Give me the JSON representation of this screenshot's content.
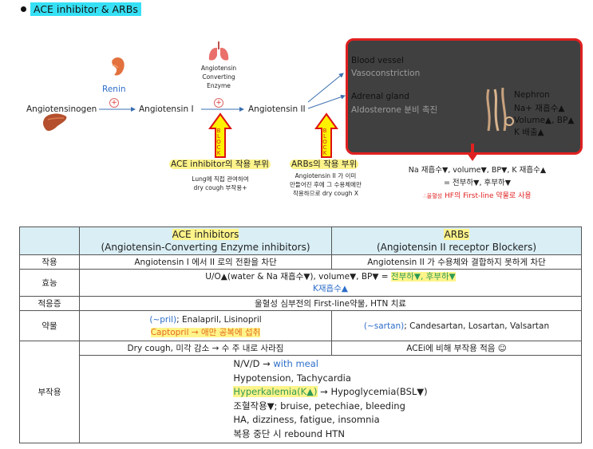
{
  "heading": "ACE inhibitor & ARBs",
  "diagram": {
    "angiotensinogen": "Angiotensinogen",
    "renin": "Renin",
    "angiotensin1": "Angiotensin I",
    "ace_lines": [
      "Angiotensin",
      "Converting",
      "Enzyme"
    ],
    "angiotensin2": "Angiotensin II",
    "plus": "+",
    "block_text": "BLOCK",
    "ace_site": "ACE inhibitor의 작용 부위",
    "ace_site_note": [
      "Lung에 직접 관여하여",
      "dry cough 부작용+"
    ],
    "arb_site": "ARBs의 작용 부위",
    "arb_site_note": [
      "Angiotensin II 가 이미",
      "만들어진 후에 그 수용체에만",
      "작용하므로 dry cough X"
    ],
    "box": {
      "vessel_title": "Blood vessel",
      "vessel_sub": "Vasoconstriction",
      "adrenal_title": "Adrenal gland",
      "adrenal_sub": "Aldosterone 분비 촉진",
      "nephron_title": "Nephron",
      "nephron_lines": [
        "Na+ 재흡수▲",
        "Volume▲, BP▲",
        "K 배출▲"
      ]
    },
    "result_lines": [
      "Na 재흡수▼, volume▼, BP▼, K 재흡수▲",
      "= 전부하▼, 후부하▼"
    ],
    "result_red_prefix": "∴울혈성",
    "result_red": "HF의 First-line 약물로 사용"
  },
  "table": {
    "col1_line1": "ACE inhibitors",
    "col1_line2": "(Angiotensin-Converting Enzyme inhibitors)",
    "col2_line1": "ARBs",
    "col2_line2": "(Angiotensin II  receptor Blockers)",
    "row_action_label": "작용",
    "action_ace": "Angiotensin I 에서 II 로의 전환을 차단",
    "action_arb": "Angiotensin II 가 수용체와 결합하지 못하게 차단",
    "row_effect_label": "효능",
    "effect_line1_prefix": "U/O▲(water & Na 재흡수▼), volume▼, BP▼ = ",
    "effect_line1_green": "전부하▼, 후부하▼",
    "effect_line2": "K재흡수▲",
    "row_indication_label": "적응증",
    "indication": "울혈성 심부전의 First-line약물, HTN 치료",
    "row_drug_label": "약물",
    "drug_ace_paren": "(~pril)",
    "drug_ace_names": "; Enalapril, Lisinopril",
    "drug_ace_capto": "Captopril",
    "drug_ace_capto_note": " → 애만 공복에 섭취",
    "drug_arb_paren": "(~sartan)",
    "drug_arb_names": "; Candesartan, Losartan, Valsartan",
    "row_side_label": "부작용",
    "side_ace_top": "Dry cough, 미각 감소 → 수 주 내로 사라짐",
    "side_arb_top": "ACEi에 비해 부작용 적음 ☺",
    "side_nvd": "N/V/D → ",
    "side_nvd_meal": "with meal",
    "side_hypotension": "Hypotension, Tachycardia",
    "side_hyperk": "Hyperkalemia(K▲)",
    "side_hyperk_rest": " → Hypoglycemia(BSL▼)",
    "side_bleeding": "조혈작용▼; bruise, petechiae, bleeding",
    "side_ha": "HA, dizziness, fatigue, insomnia",
    "side_rebound": "복용 중단 시 rebound HTN"
  }
}
